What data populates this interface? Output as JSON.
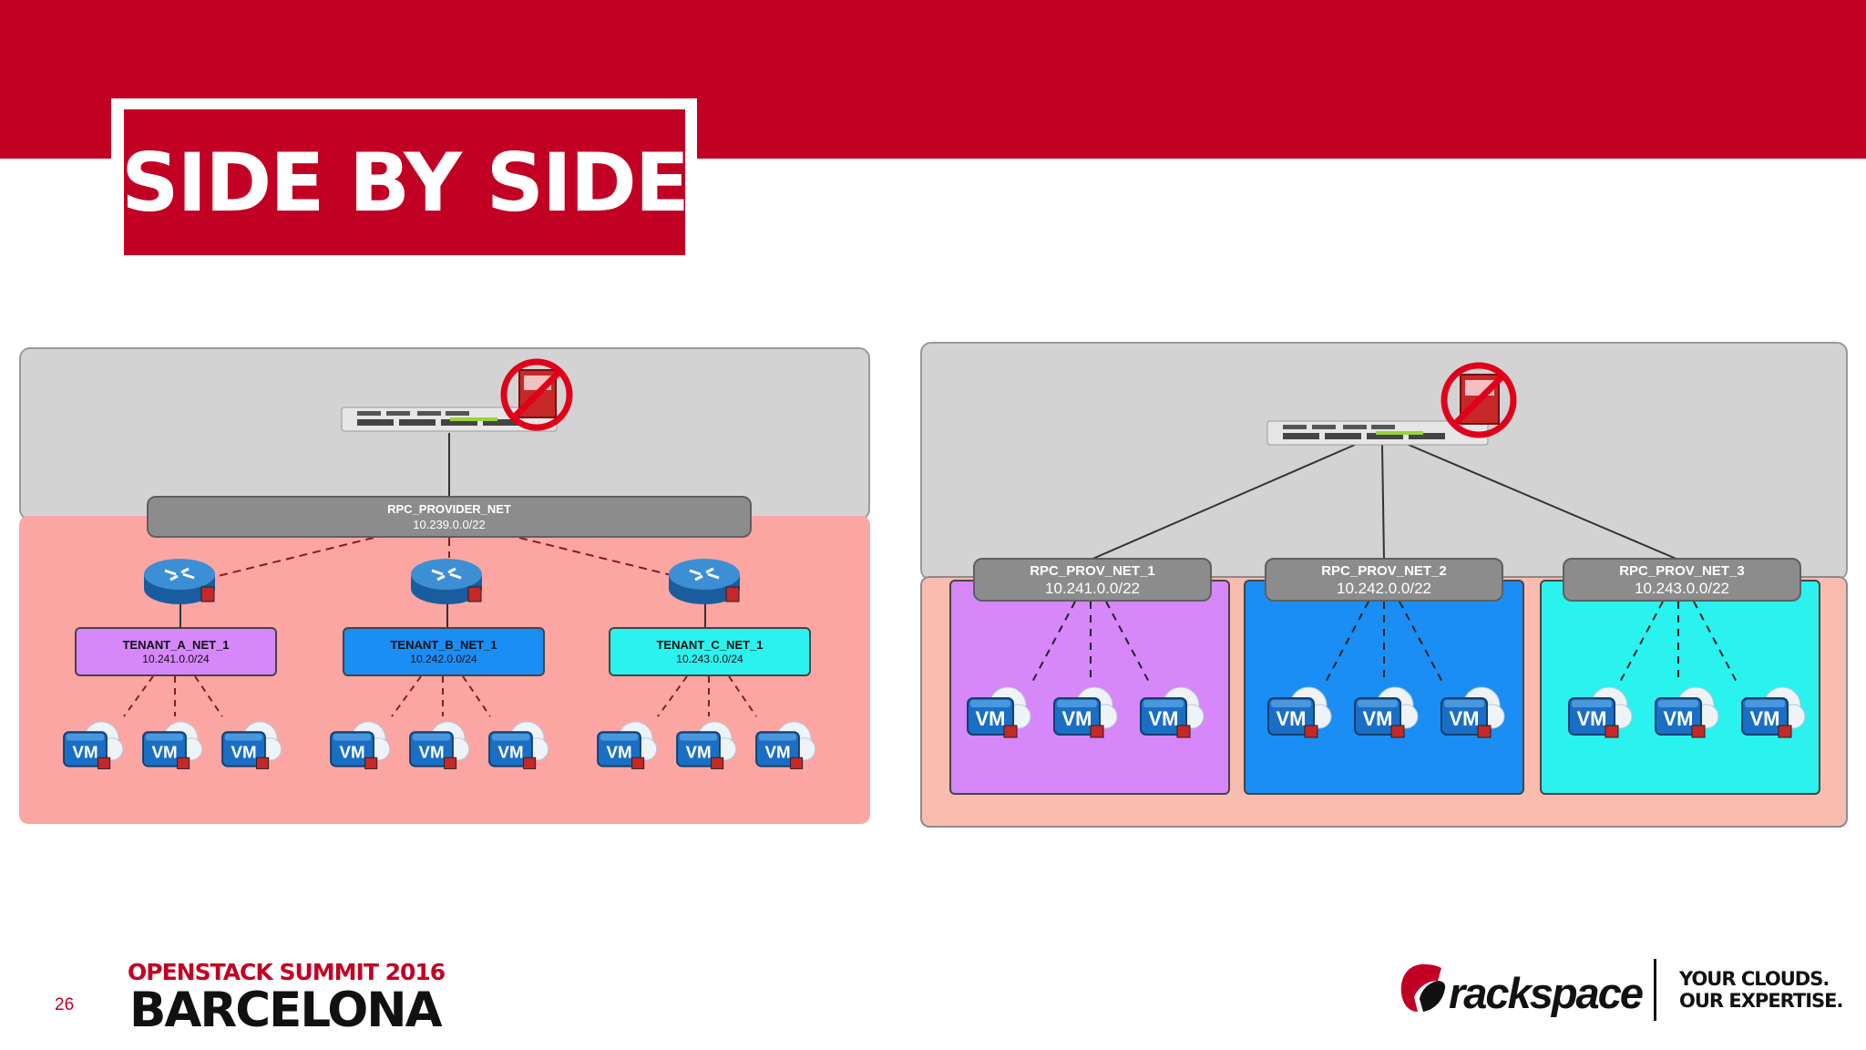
{
  "slide": {
    "title": "SIDE BY SIDE",
    "page_number": "26"
  },
  "left_diagram": {
    "provider_net": {
      "name": "RPC_PROVIDER_NET",
      "cidr": "10.239.0.0/22"
    },
    "tenants": [
      {
        "name": "TENANT_A_NET_1",
        "cidr": "10.241.0.0/24",
        "color": "#d687f9"
      },
      {
        "name": "TENANT_B_NET_1",
        "cidr": "10.242.0.0/24",
        "color": "#1a8ef5"
      },
      {
        "name": "TENANT_C_NET_1",
        "cidr": "10.243.0.0/24",
        "color": "#2af2ee"
      }
    ],
    "vm_label": "VM"
  },
  "right_diagram": {
    "provider_nets": [
      {
        "name": "RPC_PROV_NET_1",
        "cidr": "10.241.0.0/22",
        "color": "#d687f9"
      },
      {
        "name": "RPC_PROV_NET_2",
        "cidr": "10.242.0.0/22",
        "color": "#1a8ef5"
      },
      {
        "name": "RPC_PROV_NET_3",
        "cidr": "10.243.0.0/22",
        "color": "#2af2ee"
      }
    ],
    "vm_label": "VM"
  },
  "footer": {
    "event": "OPENSTACK SUMMIT 2016",
    "city": "BARCELONA",
    "brand": "rackspace",
    "tagline_1": "YOUR CLOUDS.",
    "tagline_2": "OUR EXPERTISE."
  },
  "colors": {
    "brand_red": "#c20024",
    "panel_gray": "#d3d3d3",
    "panel_pink": "#fca6a3",
    "vm_blue": "#1a6fc4"
  },
  "icons": [
    "firewall-blocked-icon",
    "switch-icon",
    "router-icon",
    "vm-cloud-icon",
    "rackspace-logo-icon"
  ]
}
